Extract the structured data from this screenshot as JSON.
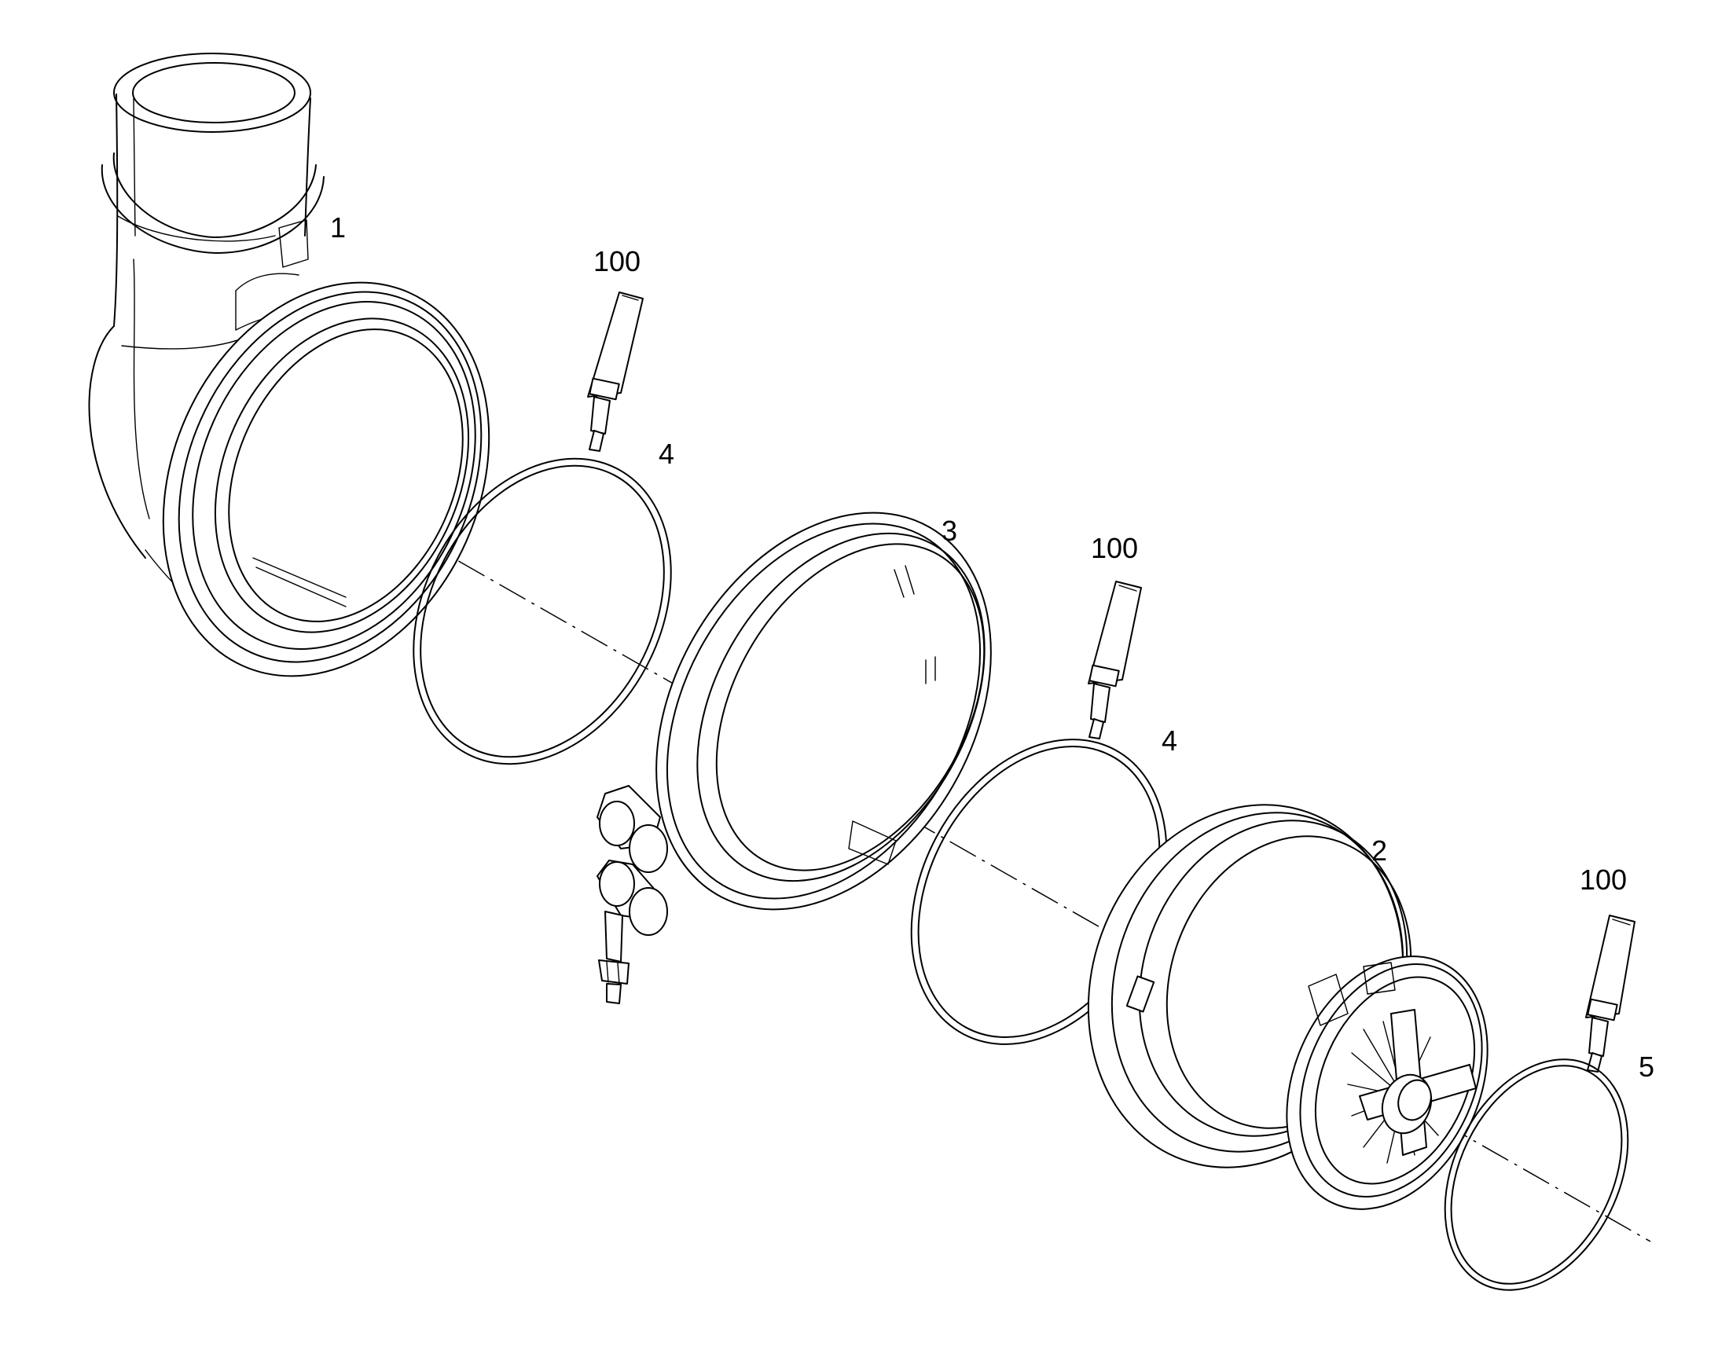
{
  "callouts": {
    "housing": "1",
    "cartridge": "2",
    "v_clamp": "3",
    "ring_upper": "4",
    "ring_middle": "4",
    "ring_small": "5",
    "compound_a": "100",
    "compound_b": "100",
    "compound_c": "100"
  },
  "colors": {
    "line": "#000000",
    "background": "#ffffff"
  }
}
